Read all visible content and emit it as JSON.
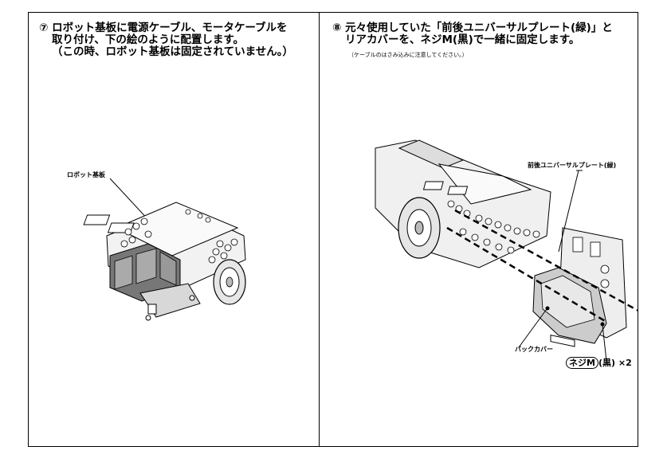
{
  "step7": {
    "line1": "⑦ ロボット基板に電源ケーブル、モータケーブルを",
    "line2": "取り付け、下の絵のように配置します。",
    "line3": "（この時、ロボット基板は固定されていません。）",
    "label_board": "ロボット基板"
  },
  "step8": {
    "line1": "⑧ 元々使用していた「前後ユニバーサルプレート(緑)」と",
    "line2": "リアカバーを、ネジM(黒)で一緒に固定します。",
    "note": "（ケーブルのはさみ込みに注意してください。）",
    "label_plate": "前後ユニバーサルプレート(緑)",
    "label_cover": "バックカバー",
    "screw_name": "ネジM",
    "screw_color": "(黒)",
    "screw_qty": "×2"
  }
}
